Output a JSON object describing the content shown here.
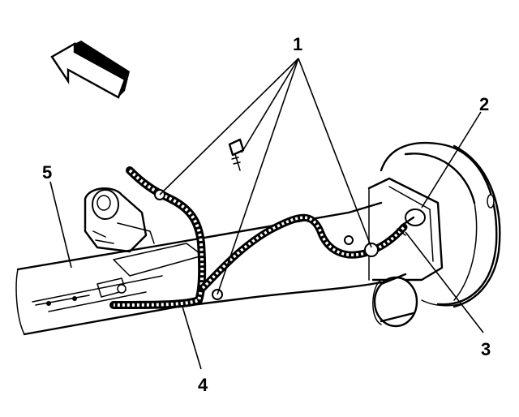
{
  "diagram": {
    "callouts": [
      {
        "id": "1",
        "label": "1"
      },
      {
        "id": "2",
        "label": "2"
      },
      {
        "id": "3",
        "label": "3"
      },
      {
        "id": "4",
        "label": "4"
      },
      {
        "id": "5",
        "label": "5"
      }
    ],
    "direction_arrow": "front-direction-arrow",
    "colors": {
      "line": "#000000",
      "background": "#ffffff"
    }
  }
}
